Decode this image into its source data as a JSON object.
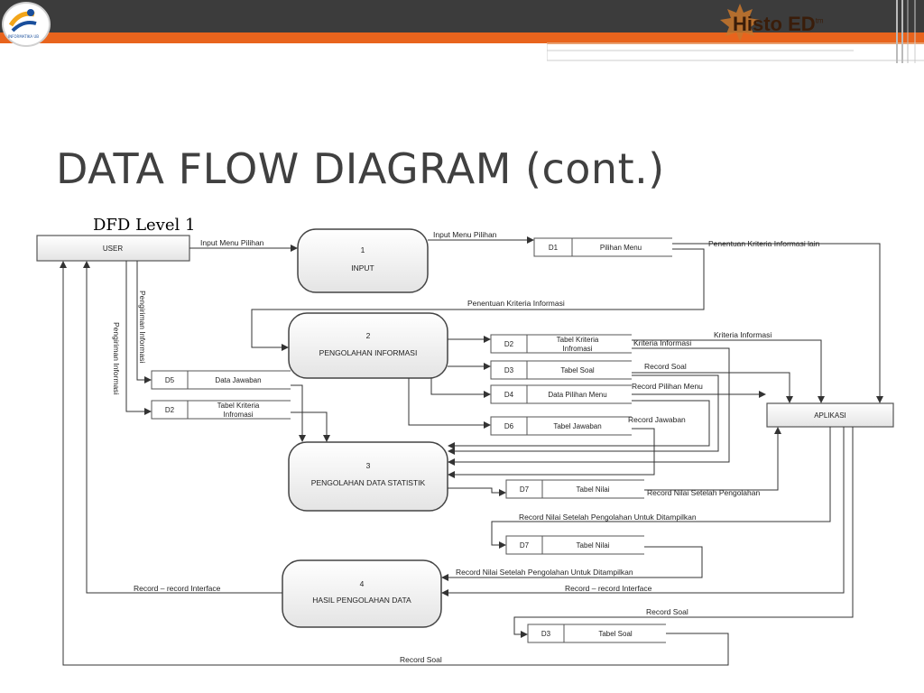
{
  "slide": {
    "title": "DATA FLOW DIAGRAM (cont.)",
    "subtitle": "DFD Level 1",
    "brand": "Histo ED",
    "brand_mark": "tm",
    "logo_text": "INFORMATIKA UB",
    "colors": {
      "topbar": "#3c3c3c",
      "accent": "#e8641d",
      "title": "#404040"
    }
  },
  "entities": {
    "user": "USER",
    "aplikasi": "APLIKASI"
  },
  "processes": [
    {
      "num": "1",
      "name": "INPUT"
    },
    {
      "num": "2",
      "name": "PENGOLAHAN INFORMASI"
    },
    {
      "num": "3",
      "name": "PENGOLAHAN DATA STATISTIK"
    },
    {
      "num": "4",
      "name": "HASIL PENGOLAHAN DATA"
    }
  ],
  "stores": {
    "d1": {
      "id": "D1",
      "name": "Pilihan Menu"
    },
    "d2a": {
      "id": "D2",
      "name_line1": "Tabel Kriteria",
      "name_line2": "Infromasi"
    },
    "d3a": {
      "id": "D3",
      "name": "Tabel Soal"
    },
    "d4": {
      "id": "D4",
      "name": "Data Pilihan Menu"
    },
    "d6": {
      "id": "D6",
      "name": "Tabel Jawaban"
    },
    "d5": {
      "id": "D5",
      "name": "Data Jawaban"
    },
    "d2b": {
      "id": "D2",
      "name_line1": "Tabel Kriteria",
      "name_line2": "Infromasi"
    },
    "d7a": {
      "id": "D7",
      "name": "Tabel Nilai"
    },
    "d7b": {
      "id": "D7",
      "name": "Tabel Nilai"
    },
    "d3b": {
      "id": "D3",
      "name": "Tabel Soal"
    }
  },
  "flows": {
    "input_menu_1": "Input Menu Pilihan",
    "input_menu_2": "Input Menu Pilihan",
    "penentuan_lain": "Penentuan Kriteria Informasi lain",
    "penentuan": "Penentuan Kriteria Informasi",
    "kriteria_1": "Kriteria Informasi",
    "kriteria_2": "Kriteria Informasi",
    "record_soal_1": "Record Soal",
    "record_pilihan": "Record Pilihan Menu",
    "record_jawaban": "Record Jawaban",
    "pengiriman_1": "Pengiriman Informasi",
    "pengiriman_2": "Pengiriman Informasi",
    "record_nilai_setelah": "Record Nilai Setelah Pengolahan",
    "record_nilai_tampil_1": "Record Nilai Setelah Pengolahan Untuk Ditampilkan",
    "record_nilai_tampil_2": "Record Nilai Setelah Pengolahan Untuk Ditampilkan",
    "record_interface_1": "Record – record Interface",
    "record_interface_2": "Record – record Interface",
    "record_soal_2": "Record Soal",
    "record_soal_3": "Record Soal"
  }
}
